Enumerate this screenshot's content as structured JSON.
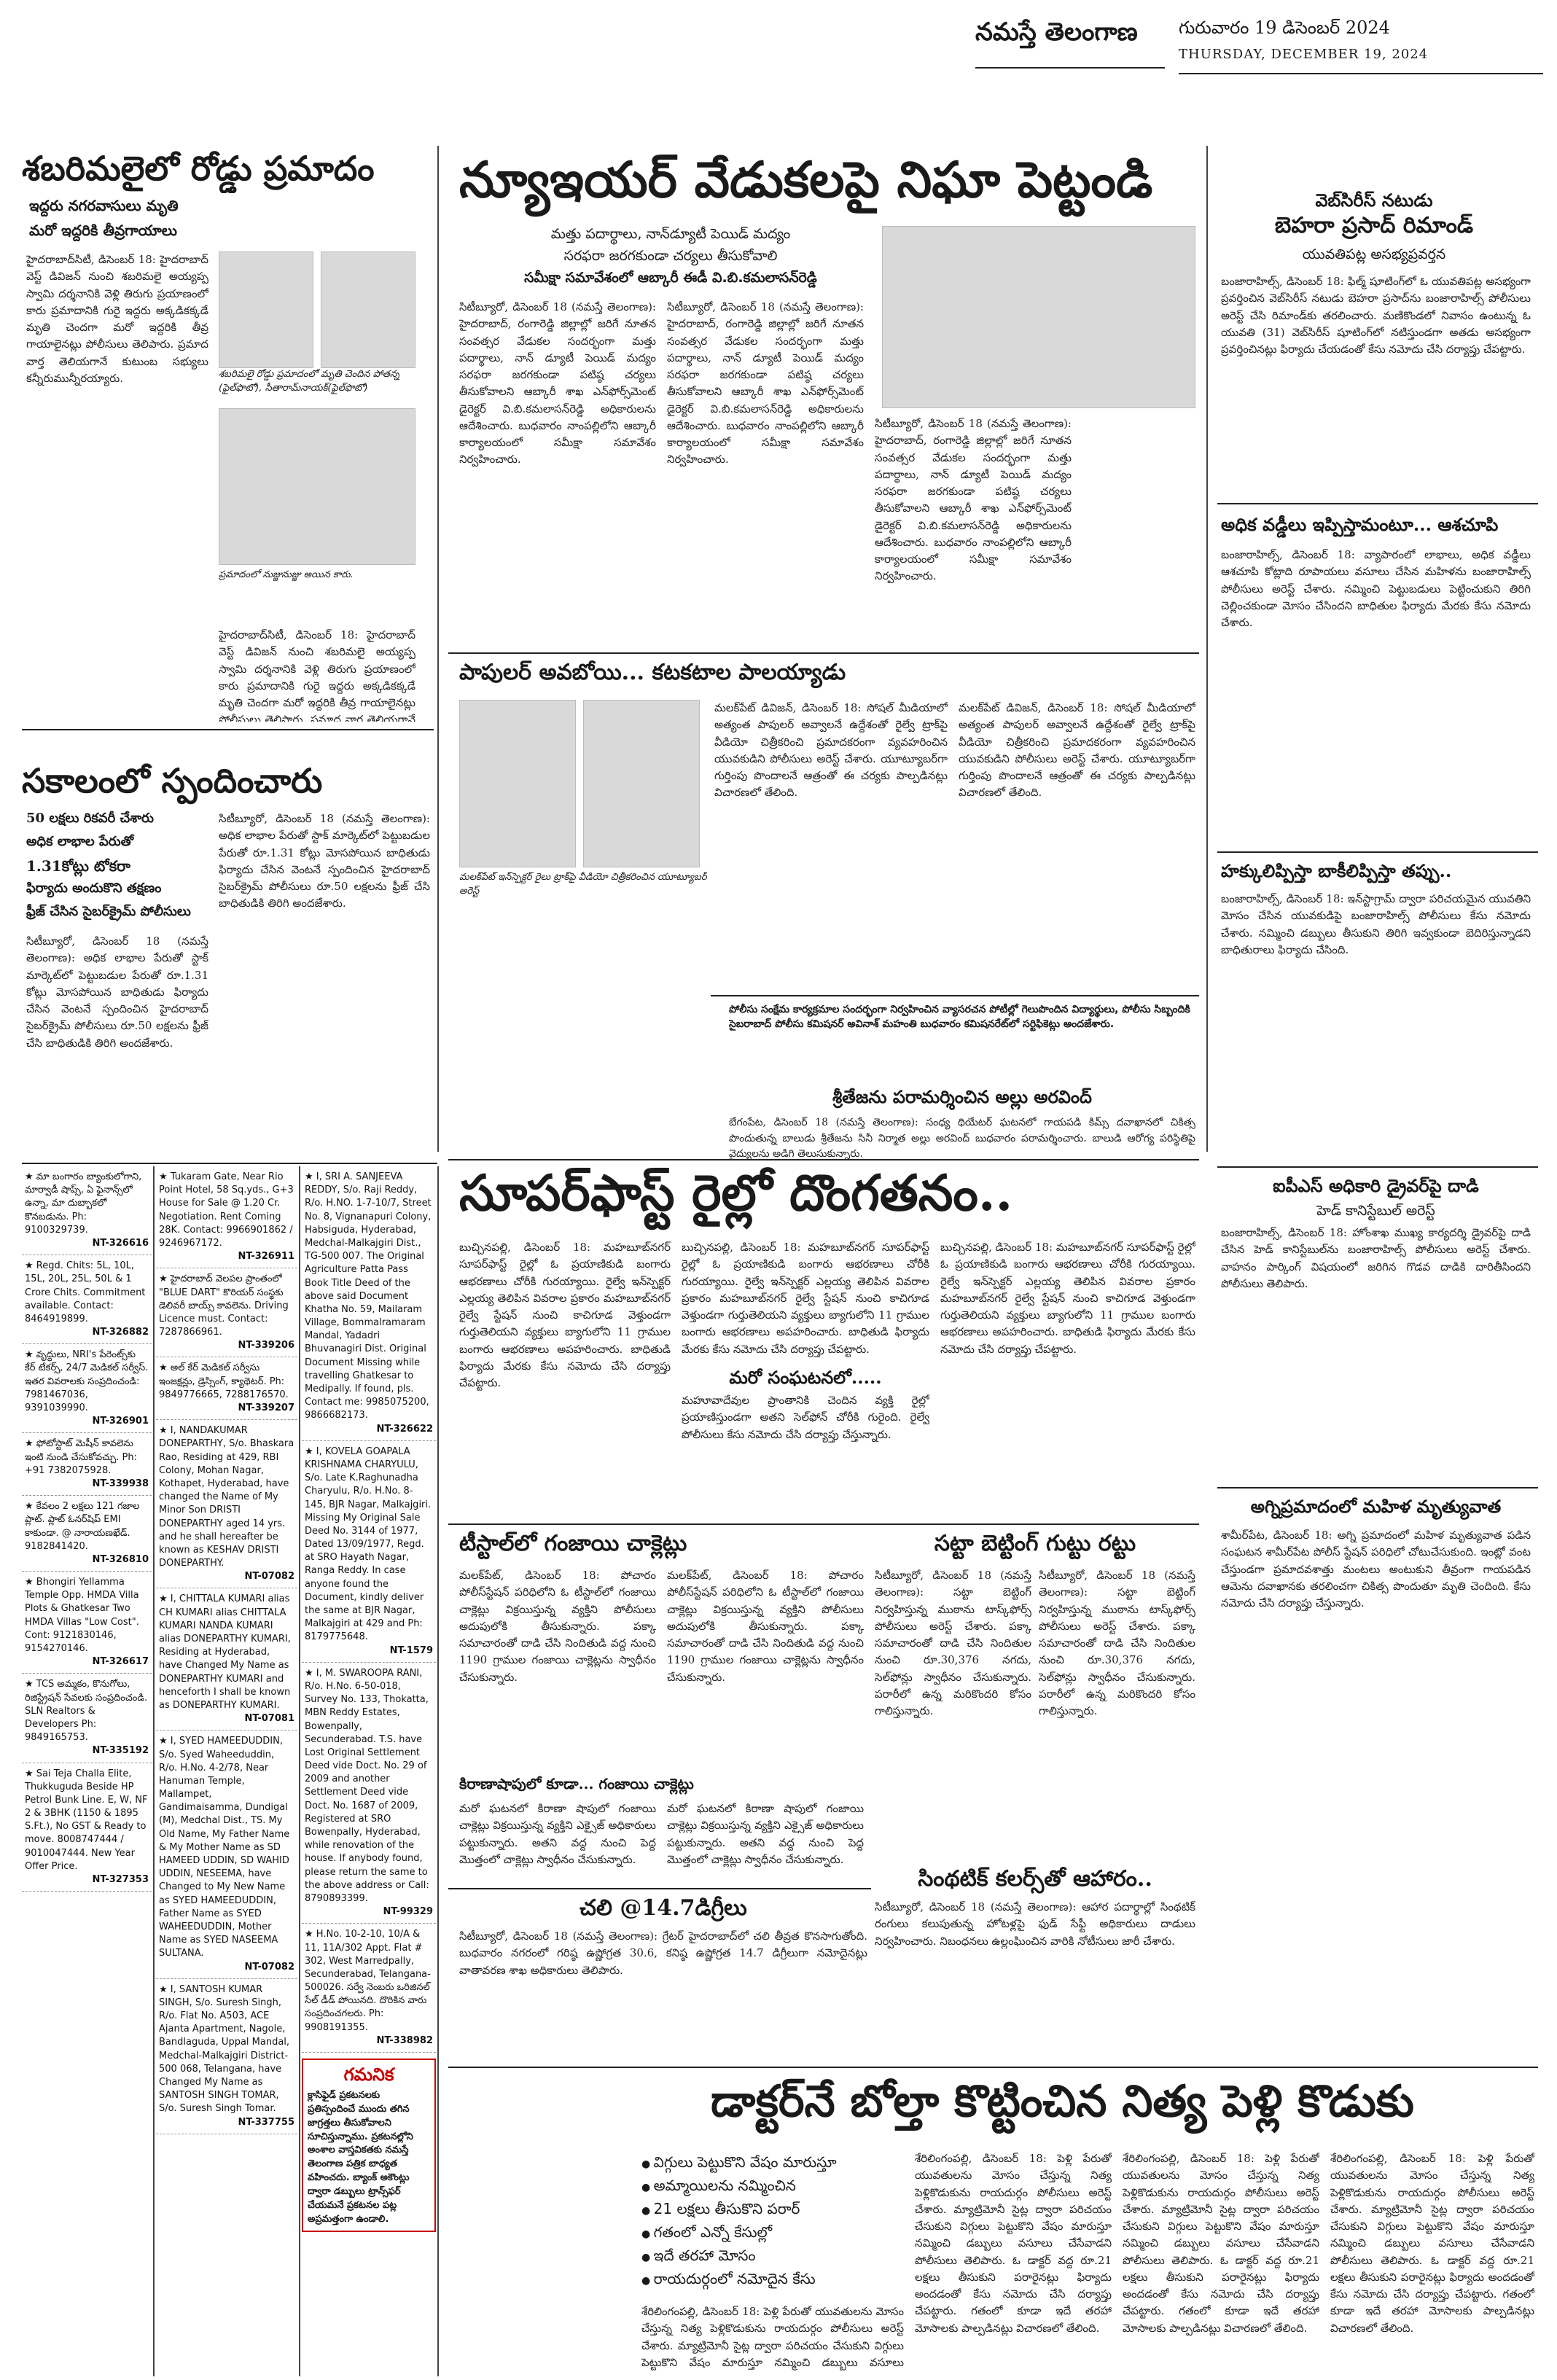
{
  "masthead": {
    "paper_name": "నమస్తే తెలంగాణ",
    "date_te": "గురువారం 19 డిసెంబర్ 2024",
    "date_en": "THURSDAY, DECEMBER 19, 2024"
  },
  "sabarimala": {
    "headline": "శబరిమలైలో రోడ్డు ప్రమాదం",
    "sub1": "ఇద్దరు నగరవాసులు మృతి",
    "sub2": "మరో ఇద్దరికి తీవ్రగాయాలు",
    "body": "హైదరాబాద్‌సిటీ, డిసెంబర్ 18: హైదరాబాద్ వెస్ట్ డివిజన్ నుంచి శబరిమలై అయ్యప్ప స్వామి దర్శనానికి వెళ్లి తిరుగు ప్రయాణంలో కారు ప్రమాదానికి గురై ఇద్దరు అక్కడికక్కడే మృతి చెందగా మరో ఇద్దరికి తీవ్ర గాయాలైనట్లు పోలీసులు తెలిపారు. ప్రమాద వార్త తెలియగానే కుటుంబ సభ్యులు కన్నీరుమున్నీరయ్యారు.",
    "caption": "శబరిమలై రోడ్డు ప్రమాదంలో మృతి చెందిన పోతన్న (ఫైల్‌ఫొటో), సీతారామ్‌నాయక్(ఫైల్‌ఫొటో)",
    "caption2": "ప్రమాదంలో నుజ్జునుజ్జు అయిన కారు."
  },
  "newyear": {
    "headline": "న్యూఇయర్ వేడుకలపై నిఘా పెట్టండి",
    "sub1": "మత్తు పదార్థాలు, నాన్‌డ్యూటీ పెయిడ్ మద్యం",
    "sub2": "సరఫరా జరగకుండా చర్యలు తీసుకోవాలి",
    "sub3": "సమీక్షా సమావేశంలో ఆబ్కారీ ఈడీ వి.బి.కమలాసన్‌రెడ్డి",
    "body": "సిటీబ్యూరో, డిసెంబర్ 18 (నమస్తే తెలంగాణ): హైదరాబాద్, రంగారెడ్డి జిల్లాల్లో జరిగే నూతన సంవత్సర వేడుకల సందర్భంగా మత్తు పదార్థాలు, నాన్ డ్యూటీ పెయిడ్ మద్యం సరఫరా జరగకుండా పటిష్ఠ చర్యలు తీసుకోవాలని ఆబ్కారీ శాఖ ఎన్‌ఫోర్స్‌మెంట్ డైరెక్టర్ వి.బి.కమలాసన్‌రెడ్డి అధికారులను ఆదేశించారు. బుధవారం నాంపల్లిలోని ఆబ్కారీ కార్యాలయంలో సమీక్షా సమావేశం నిర్వహించారు."
  },
  "webseries": {
    "kicker": "వెబ్‌సిరీస్ నటుడు",
    "headline": "బెహరా ప్రసాద్ రిమాండ్",
    "sub": "యువతిపట్ల అసభ్యప్రవర్తన",
    "body": "బంజారాహిల్స్, డిసెంబర్ 18: ఫిల్మ్ షూటింగ్‌లో ఓ యువతిపట్ల అసభ్యంగా ప్రవర్తించిన వెబ్‌సిరీస్ నటుడు బెహరా ప్రసాద్‌ను బంజారాహిల్స్ పోలీసులు అరెస్ట్ చేసి రిమాండ్‌కు తరలించారు. మణికొండలో నివాసం ఉంటున్న ఓ యువతి (31) వెబ్‌సిరీస్ షూటింగ్‌లో నటిస్తుండగా అతడు అసభ్యంగా ప్రవర్తించినట్లు ఫిర్యాదు చేయడంతో కేసు నమోదు చేసి దర్యాప్తు చేపట్టారు."
  },
  "interest": {
    "headline": "అధిక వడ్డీలు ఇప్పిస్తామంటూ... ఆశచూపి",
    "body": "బంజారాహిల్స్, డిసెంబర్ 18: వ్యాపారంలో లాభాలు, అధిక వడ్డీలు ఆశచూపి కోట్లాది రూపాయలు వసూలు చేసిన మహిళను బంజారాహిల్స్ పోలీసులు అరెస్ట్ చేశారు. నమ్మించి పెట్టుబడులు పెట్టించుకుని తిరిగి చెల్లించకుండా మోసం చేసిందని బాధితుల ఫిర్యాదు మేరకు కేసు నమోదు చేశారు."
  },
  "popular": {
    "headline": "పాపులర్ అవబోయి... కటకటాల పాలయ్యాడు",
    "body": "మలక్‌పేట్ డివిజన్, డిసెంబర్ 18: సోషల్ మీడియాలో అత్యంత పాపులర్ అవ్వాలనే ఉద్దేశంతో రైల్వే ట్రాక్‌పై వీడియో చిత్రీకరించి ప్రమాదకరంగా వ్యవహరించిన యువకుడిని పోలీసులు అరెస్ట్ చేశారు. యూట్యూబర్‌గా గుర్తింపు పొందాలనే ఆత్రంతో ఈ చర్యకు పాల్పడినట్లు విచారణలో తేలింది.",
    "caption": "మలక్‌పేట్ ఇన్‌స్పెక్టర్ రైలు ట్రాక్‌పై వీడియో చిత్రీకరించిన యూట్యూబర్ అరెస్ట్"
  },
  "student": {
    "caption": "పోలీసు సంక్షేమ కార్యక్రమాల సందర్భంగా నిర్వహించిన వ్యాసరచన పోటీల్లో గెలుపొందిన విద్యార్థులు, పోలీసు సిబ్బందికి సైబరాబాద్ పోలీసు కమిషనర్ అవినాశ్ మహంతి బుధవారం కమిషనరేట్‌లో సర్టిఫికెట్లు అందజేశారు.",
    "headline": "శ్రీతేజను పరామర్శించిన అల్లు అరవింద్",
    "body": "బేగంపేట, డిసెంబర్ 18 (నమస్తే తెలంగాణ): సంధ్య థియేటర్ ఘటనలో గాయపడి కిమ్స్ దవాఖానలో చికిత్స పొందుతున్న బాలుడు శ్రీతేజను సినీ నిర్మాత అల్లు అరవింద్ బుధవారం పరామర్శించారు. బాలుడి ఆరోగ్య పరిస్థితిపై వైద్యులను అడిగి తెలుసుకున్నారు."
  },
  "sakalam": {
    "headline": "సకాలంలో స్పందించారు",
    "sub1": "50 లక్షలు రికవరీ చేశారు",
    "sub2": "అధిక లాభాల పేరుతో",
    "sub3": "1.31కోట్లు టోకరా",
    "sub4": "ఫిర్యాదు అందుకొని తక్షణం",
    "sub5": "ఫ్రీజ్ చేసిన సైబర్‌క్రైమ్ పోలీసులు",
    "body": "సిటీబ్యూరో, డిసెంబర్ 18 (నమస్తే తెలంగాణ): అధిక లాభాల పేరుతో స్టాక్ మార్కెట్‌లో పెట్టుబడుల పేరుతో రూ.1.31 కోట్లు మోసపోయిన బాధితుడు ఫిర్యాదు చేసిన వెంటనే స్పందించిన హైదరాబాద్ సైబర్‌క్రైమ్ పోలీసులు రూ.50 లక్షలను ఫ్రీజ్ చేసి బాధితుడికి తిరిగి అందజేశారు."
  },
  "superfast": {
    "headline": "సూపర్‌ఫాస్ట్ రైల్లో దొంగతనం..",
    "body": "బుచ్చినపల్లి, డిసెంబర్ 18: మహబూబ్‌నగర్ సూపర్‌ఫాస్ట్ రైల్లో ఓ ప్రయాణికుడి బంగారు ఆభరణాలు చోరీకి గురయ్యాయి. రైల్వే ఇన్‌స్పెక్టర్ ఎల్లయ్య తెలిపిన వివరాల ప్రకారం మహబూబ్‌నగర్ రైల్వే స్టేషన్ నుంచి కాచిగూడ వెళ్తుండగా గుర్తుతెలియని వ్యక్తులు బ్యాగులోని 11 గ్రాముల బంగారు ఆభరణాలు అపహరించారు. బాధితుడి ఫిర్యాదు మేరకు కేసు నమోదు చేసి దర్యాప్తు చేపట్టారు.",
    "sub_case": "మరో సంఘటనలో.....",
    "sub_case_body": "మహూవాదేవుల ప్రాంతానికి చెందిన వ్యక్తి రైల్లో ప్రయాణిస్తుండగా అతని సెల్‌ఫోన్ చోరీకి గురైంది. రైల్వే పోలీసులు కేసు నమోదు చేసి దర్యాప్తు చేస్తున్నారు."
  },
  "teastall": {
    "headline": "టీస్టాల్‌లో గంజాయి చాక్లెట్లు",
    "body": "మలక్‌పేట్, డిసెంబర్ 18: పోచారం పోలీస్‌స్టేషన్ పరిధిలోని ఓ టీస్టాల్‌లో గంజాయి చాక్లెట్లు విక్రయిస్తున్న వ్యక్తిని పోలీసులు అదుపులోకి తీసుకున్నారు. పక్కా సమాచారంతో దాడి చేసి నిందితుడి వద్ద నుంచి 1190 గ్రాముల గంజాయి చాక్లెట్లను స్వాధీనం చేసుకున్నారు.",
    "sub": "కిరాణాషాపులో కూడా... గంజాయి చాక్లెట్లు",
    "sub_body": "మరో ఘటనలో కిరాణా షాపులో గంజాయి చాక్లెట్లు విక్రయిస్తున్న వ్యక్తిని ఎక్సైజ్ అధికారులు పట్టుకున్నారు. అతని వద్ద నుంచి పెద్ద మొత్తంలో చాక్లెట్లు స్వాధీనం చేసుకున్నారు."
  },
  "betting": {
    "headline": "సట్టా బెట్టింగ్ గుట్టు రట్టు",
    "body": "సిటీబ్యూరో, డిసెంబర్ 18 (నమస్తే తెలంగాణ): సట్టా బెట్టింగ్ నిర్వహిస్తున్న ముఠాను టాస్క్‌ఫోర్స్ పోలీసులు అరెస్ట్ చేశారు. పక్కా సమాచారంతో దాడి చేసి నిందితుల నుంచి రూ.30,376 నగదు, సెల్‌ఫోన్లు స్వాధీనం చేసుకున్నారు. పరారీలో ఉన్న మరికొందరి కోసం గాలిస్తున్నారు."
  },
  "weather": {
    "headline": "చలి @14.7డిగ్రీలు",
    "body": "సిటీబ్యూరో, డిసెంబర్ 18 (నమస్తే తెలంగాణ): గ్రేటర్ హైదరాబాద్‌లో చలి తీవ్రత కొనసాగుతోంది. బుధవారం నగరంలో గరిష్ఠ ఉష్ణోగ్రత 30.6, కనిష్ఠ ఉష్ణోగ్రత 14.7 డిగ్రీలుగా నమోదైనట్లు వాతావరణ శాఖ అధికారులు తెలిపారు."
  },
  "synthetic": {
    "headline": "సింథటిక్ కలర్స్‌తో ఆహారం..",
    "body": "సిటీబ్యూరో, డిసెంబర్ 18 (నమస్తే తెలంగాణ): ఆహార పదార్థాల్లో సింథటిక్ రంగులు కలుపుతున్న హోటళ్లపై ఫుడ్ సేఫ్టీ అధికారులు దాడులు నిర్వహించారు. నిబంధనలు ఉల్లంఘించిన వారికి నోటీసులు జారీ చేశారు."
  },
  "airport": {
    "headline": "ఐపీఎస్ అధికారి డ్రైవర్‌పై దాడి",
    "sub": "హెడ్ కానిస్టేబుల్ అరెస్ట్",
    "body": "బంజారాహిల్స్, డిసెంబర్ 18: హోంశాఖ ముఖ్య కార్యదర్శి డ్రైవర్‌పై దాడి చేసిన హెడ్ కానిస్టేబుల్‌ను బంజారాహిల్స్ పోలీసులు అరెస్ట్ చేశారు. వాహనం పార్కింగ్ విషయంలో జరిగిన గొడవ దాడికి దారితీసిందని పోలీసులు తెలిపారు."
  },
  "cyber": {
    "headline": "హక్కులిప్పిస్తా బాకీలిప్పిస్తా తప్పు..",
    "body": "బంజారాహిల్స్, డిసెంబర్ 18: ఇన్‌స్టాగ్రామ్ ద్వారా పరిచయమైన యువతిని మోసం చేసిన యువకుడిపై బంజారాహిల్స్ పోలీసులు కేసు నమోదు చేశారు. నమ్మించి డబ్బులు తీసుకుని తిరిగి ఇవ్వకుండా బెదిరిస్తున్నాడని బాధితురాలు ఫిర్యాదు చేసింది."
  },
  "fire": {
    "headline": "అగ్నిప్రమాదంలో మహిళ మృత్యువాత",
    "body": "శామీర్‌పేట, డిసెంబర్ 18: అగ్ని ప్రమాదంలో మహిళ మృత్యువాత పడిన సంఘటన శామీర్‌పేట పోలీస్ స్టేషన్ పరిధిలో చోటుచేసుకుంది. ఇంట్లో వంట చేస్తుండగా ప్రమాదవశాత్తు మంటలు అంటుకుని తీవ్రంగా గాయపడిన ఆమెను దవాఖానకు తరలించగా చికిత్స పొందుతూ మృతి చెందింది. కేసు నమోదు చేసి దర్యాప్తు చేస్తున్నారు."
  },
  "doctor": {
    "headline": "డాక్టర్‌నే బోల్తా కొట్టించిన నిత్య పెళ్లి కొడుకు",
    "bullets": [
      "విగ్గులు పెట్టుకొని వేషం మారుస్తూ",
      "అమ్మాయిలను నమ్మించిన",
      "21 లక్షలు తీసుకొని పరార్",
      "గతంలో ఎన్నో కేసుల్లో",
      "ఇదే తరహా మోసం",
      "రాయదుర్గంలో నమోదైన కేసు"
    ],
    "body": "శేరిలింగంపల్లి, డిసెంబర్ 18: పెళ్లి పేరుతో యువతులను మోసం చేస్తున్న నిత్య పెళ్లికొడుకును రాయదుర్గం పోలీసులు అరెస్ట్ చేశారు. మ్యాట్రిమోనీ సైట్ల ద్వారా పరిచయం చేసుకుని విగ్గులు పెట్టుకొని వేషం మారుస్తూ నమ్మించి డబ్బులు వసూలు చేసేవాడని పోలీసులు తెలిపారు. ఓ డాక్టర్ వద్ద రూ.21 లక్షలు తీసుకుని పరారైనట్లు ఫిర్యాదు అందడంతో కేసు నమోదు చేసి దర్యాప్తు చేపట్టారు. గతంలో కూడా ఇదే తరహా మోసాలకు పాల్పడినట్లు విచారణలో తేలింది."
  },
  "classifieds": {
    "col1": [
      {
        "text": "★ మా బంగారం బ్యాంకులోగాని, మార్వాడీ షాప్స్, ఏ ఫైనాన్స్‌లో ఉన్నా, మా దుబ్బాకలో కొనబడును. Ph: 9100329739.",
        "code": "NT-326616"
      },
      {
        "text": "★ Regd. Chits: 5L, 10L, 15L, 20L, 25L, 50L & 1 Crore Chits. Commitment available. Contact: 8464919899.",
        "code": "NT-326882"
      },
      {
        "text": "★ వృద్ధులు, NRI's పేరెంట్స్‌కు కేర్ టేకర్స్, 24/7 మెడికల్ సర్వీస్. ఇతర వివరాలకు సంప్రదించండి: 7981467036, 9391039990.",
        "code": "NT-326901"
      },
      {
        "text": "★ ఫోటోస్టాట్ మెషీన్ కావలెను ఇంటి నుండి చేసుకోవచ్చు. Ph: +91 7382075928.",
        "code": "NT-339938"
      },
      {
        "text": "★ కేవలం 2 లక్షలు 121 గజాల ప్లాట్. ప్లాట్ ఓనర్‌షిప్ EMI కాకుండా. @ నారాయణఖేడ్. 9182841420.",
        "code": "NT-326810"
      },
      {
        "text": "★ Bhongiri Yellamma Temple Opp. HMDA Villa Plots & Ghatkesar Two HMDA Villas \"Low Cost\". Cont: 9121830146, 9154270146.",
        "code": "NT-326617"
      },
      {
        "text": "★ TCS అమ్మకం, కొనుగోలు, రిజిస్ట్రేషన్ సేవలకు సంప్రదించండి. SLN Realtors & Developers Ph: 9849165753.",
        "code": "NT-335192"
      },
      {
        "text": "★ Sai Teja Challa Elite, Thukkuguda Beside HP Petrol Bunk Line. E, W, NF 2 & 3BHK (1150 & 1895 S.Ft.), No GST & Ready to move. 8008747444 / 9010047444. New Year Offer Price.",
        "code": "NT-327353"
      }
    ],
    "col2": [
      {
        "text": "★ Tukaram Gate, Near Rio Point Hotel, 58 Sq.yds., G+3 House for Sale @ 1.20 Cr. Negotiation. Rent Coming 28K. Contact: 9966901862 / 9246967172.",
        "code": "NT-326911"
      },
      {
        "text": "★ హైదరాబాద్ వెలపల ప్రాంతంలో \"BLUE DART\" కొరియర్ సంస్థకు డెలివరీ బాయ్స్ కావలెను. Driving Licence must. Contact: 7287866961.",
        "code": "NT-339206"
      },
      {
        "text": "★ అల్ కేర్ మెడికల్ సర్వీసు ఇంజక్షన్లు, డ్రెస్సింగ్, క్యాథెటర్. Ph: 9849776665, 7288176570.",
        "code": "NT-339207"
      },
      {
        "text": "★ I, NANDAKUMAR DONEPARTHY, S/o. Bhaskara Rao, Residing at 429, RBI Colony, Mohan Nagar, Kothapet, Hyderabad, have changed the Name of My Minor Son DRISTI DONEPARTHY aged 14 yrs. and he shall hereafter be known as KESHAV DRISTI DONEPARTHY.",
        "code": "NT-07082"
      },
      {
        "text": "★ I, CHITTALA KUMARI alias CH KUMARI alias CHITTALA KUMARI NANDA KUMARI alias DONEPARTHY KUMARI, Residing at Hyderabad, have Changed My Name as DONEPARTHY KUMARI and henceforth I shall be known as DONEPARTHY KUMARI.",
        "code": "NT-07081"
      },
      {
        "text": "★ I, SYED HAMEEDUDDIN, S/o. Syed Waheeduddin, R/o. H.No. 4-2/78, Near Hanuman Temple, Mallampet, Gandimaisamma, Dundigal (M), Medchal Dist., TS. My Old Name, My Father Name & My Mother Name as SD HAMEED UDDIN, SD WAHID UDDIN, NESEEMA, have Changed to My New Name as SYED HAMEEDUDDIN, Father Name as SYED WAHEEDUDDIN, Mother Name as SYED NASEEMA SULTANA.",
        "code": "NT-07082"
      },
      {
        "text": "★ I, SANTOSH KUMAR SINGH, S/o. Suresh Singh, R/o. Flat No. A503, ACE Ajanta Apartment, Nagole, Bandlaguda, Uppal Mandal, Medchal-Malkajgiri District-500 068, Telangana, have Changed My Name as SANTOSH SINGH TOMAR, S/o. Suresh Singh Tomar.",
        "code": "NT-337755"
      }
    ],
    "col3": [
      {
        "text": "★ I, SRI A. SANJEEVA REDDY, S/o. Raji Reddy, R/o. H.NO. 1-7-10/7, Street No. 8, Vignanapuri Colony, Habsiguda, Hyderabad, Medchal-Malkajgiri Dist., TG-500 007. The Original Agriculture Patta Pass Book Title Deed of the above said Document Khatha No. 59, Mailaram Village, Bommalramaram Mandal, Yadadri Bhuvanagiri Dist. Original Document Missing while travelling Ghatkesar to Medipally. If found, pls. Contact me: 9985075200, 9866682173.",
        "code": "NT-326622"
      },
      {
        "text": "★ I, KOVELA GOAPALA KRISHNAMA CHARYULU, S/o. Late K.Raghunadha Charyulu, R/o. H.No. 8-145, BJR Nagar, Malkajgiri. Missing My Original Sale Deed No. 3144 of 1977, Dated 13/09/1977, Regd. at SRO Hayath Nagar, Ranga Reddy. In case anyone found the Document, kindly deliver the same at BJR Nagar, Malkajgiri at 429 and Ph: 8179775648.",
        "code": "NT-1579"
      },
      {
        "text": "★ I, M. SWAROOPA RANI, R/o. H.No. 6-50-018, Survey No. 133, Thokatta, MBN Reddy Estates, Bowenpally, Secunderabad. T.S. have Lost Original Settlement Deed vide Doct. No. 29 of 2009 and another Settlement Deed vide Doct. No. 1687 of 2009, Registered at SRO Bowenpally, Hyderabad, while renovation of the house. If anybody found, please return the same to the above address or Call: 8790893399.",
        "code": "NT-99329"
      },
      {
        "text": "★ H.No. 10-2-10, 10/A & 11, 11A/302 Appt. Flat # 302, West Marredpally, Secunderabad, Telangana-500026. సర్వే నెంబరు ఒరిజినల్ సేల్ డీడ్ పోయినది. దొరికిన వారు సంప్రదించగలరు. Ph: 9908191355.",
        "code": "NT-338982"
      }
    ],
    "notice": {
      "head": "గమనిక",
      "text": "క్లాసిఫైడ్ ప్రకటనలకు ప్రతిస్పందించే ముందు తగిన జాగ్రత్తలు తీసుకోవాలని సూచిస్తున్నాము. ప్రకటనల్లోని అంశాల వాస్తవికతకు నమస్తే తెలంగాణ పత్రిక బాధ్యత వహించదు. బ్యాంక్ అకౌంట్లు ద్వారా డబ్బులు ట్రాన్స్‌ఫర్ చేయమనే ప్రకటనల పట్ల అప్రమత్తంగా ఉండాలి."
    }
  },
  "colors": {
    "rule": "#222222",
    "notice_red": "#c40000",
    "photo_gray": "#d9d9d9"
  }
}
